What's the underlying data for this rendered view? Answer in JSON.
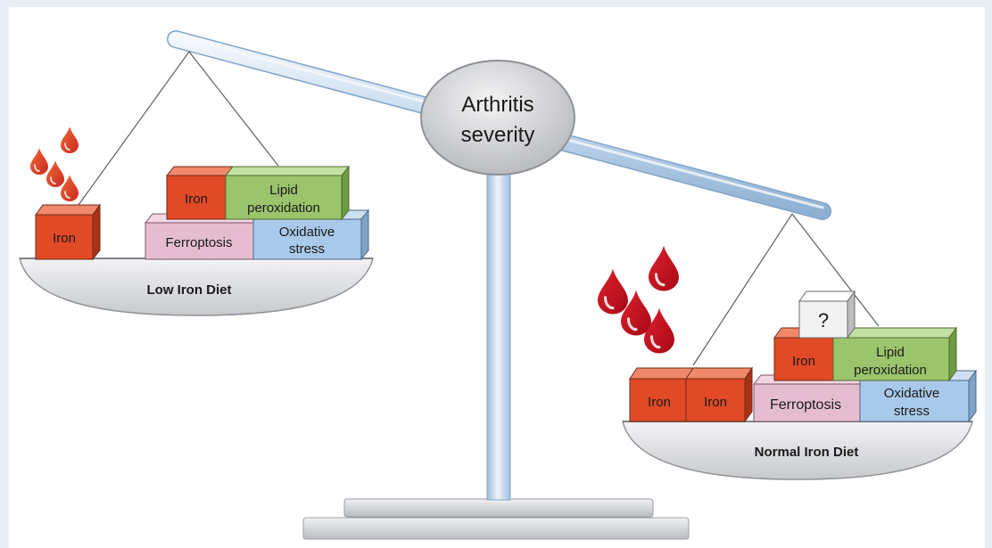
{
  "center_label": {
    "line1": "Arthritis",
    "line2": "severity"
  },
  "left_pan": {
    "title": "Low Iron Diet",
    "blocks": {
      "iron_single": "Iron",
      "iron_top": "Iron",
      "lipid_line1": "Lipid",
      "lipid_line2": "peroxidation",
      "ferroptosis": "Ferroptosis",
      "oxidative_line1": "Oxidative",
      "oxidative_line2": "stress"
    }
  },
  "right_pan": {
    "title": "Normal Iron Diet",
    "blocks": {
      "iron_a": "Iron",
      "iron_b": "Iron",
      "iron_top": "Iron",
      "unknown": "?",
      "lipid_line1": "Lipid",
      "lipid_line2": "peroxidation",
      "ferroptosis": "Ferroptosis",
      "oxidative_line1": "Oxidative",
      "oxidative_line2": "stress"
    }
  },
  "icons": {
    "left_drops": "blood-drop-icon",
    "right_drops": "blood-drop-icon"
  },
  "colors": {
    "iron": "#e04a26",
    "lipid": "#9bc46c",
    "ferroptosis": "#e6bdd0",
    "oxidative": "#a9c9ea",
    "unknown": "#f2f2f2",
    "blood_light": "#e8452a",
    "blood_dark": "#c8101c",
    "steel": "#c9dcef",
    "pan": "#e2e3e6"
  }
}
